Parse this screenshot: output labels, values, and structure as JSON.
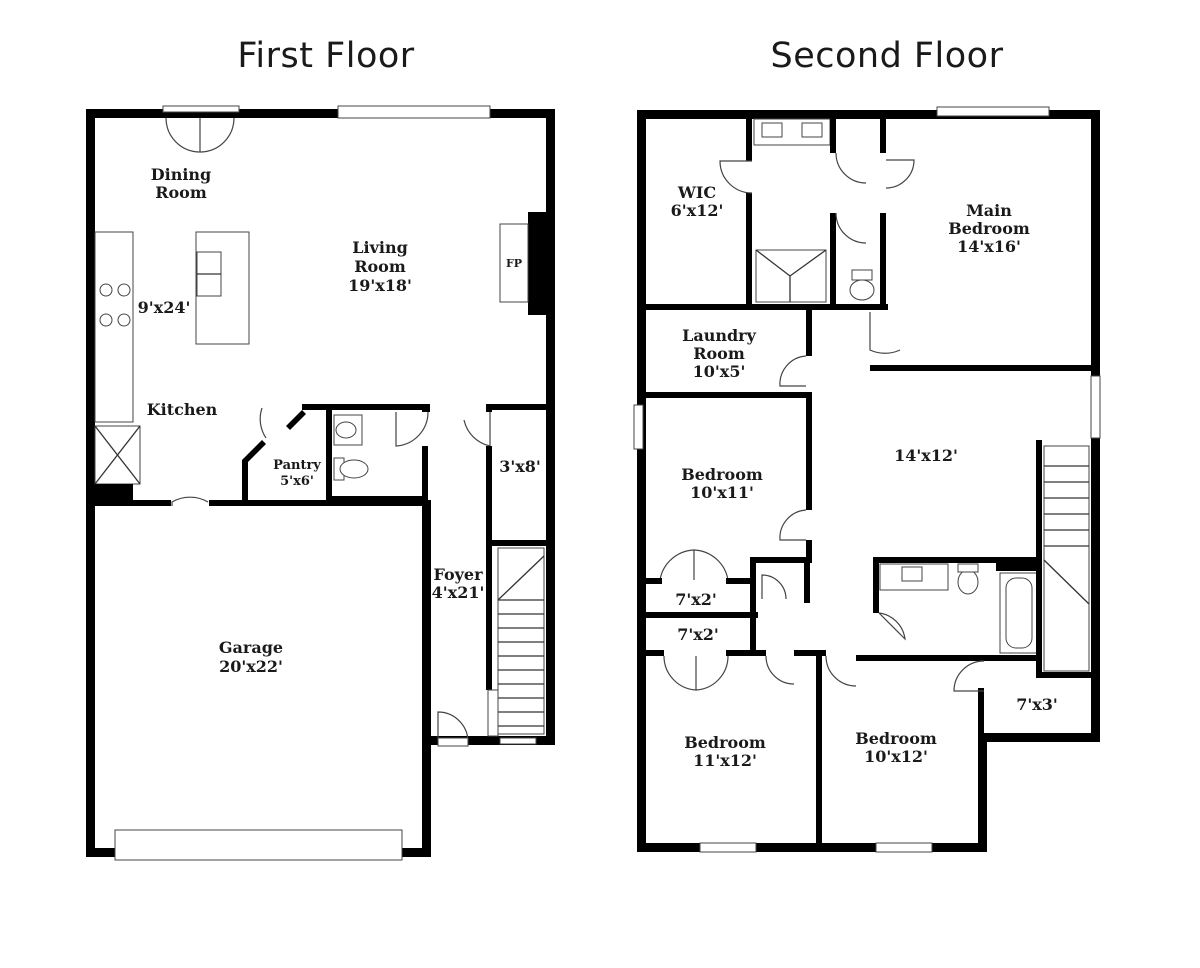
{
  "floors": [
    {
      "title": "First Floor",
      "rooms": [
        {
          "name": "Dining",
          "name2": "Room",
          "size": ""
        },
        {
          "name": "Living",
          "name2": "Room",
          "size": "19'x18'"
        },
        {
          "name": "",
          "name2": "",
          "size": "9'x24'"
        },
        {
          "name": "Kitchen",
          "name2": "",
          "size": ""
        },
        {
          "name": "Pantry",
          "name2": "",
          "size": "5'x6'"
        },
        {
          "name": "",
          "name2": "",
          "size": "3'x8'"
        },
        {
          "name": "Foyer",
          "name2": "",
          "size": "4'x21'"
        },
        {
          "name": "Garage",
          "name2": "",
          "size": "20'x22'"
        }
      ],
      "fireplace_label": "FP"
    },
    {
      "title": "Second Floor",
      "rooms": [
        {
          "name": "WIC",
          "name2": "",
          "size": "6'x12'"
        },
        {
          "name": "Main",
          "name2": "Bedroom",
          "size": "14'x16'"
        },
        {
          "name": "Laundry",
          "name2": "Room",
          "size": "10'x5'"
        },
        {
          "name": "",
          "name2": "",
          "size": "14'x12'"
        },
        {
          "name": "Bedroom",
          "name2": "",
          "size": "10'x11'"
        },
        {
          "name": "",
          "name2": "",
          "size": "7'x2'"
        },
        {
          "name": "",
          "name2": "",
          "size": "7'x2'"
        },
        {
          "name": "Bedroom",
          "name2": "",
          "size": "11'x12'"
        },
        {
          "name": "Bedroom",
          "name2": "",
          "size": "10'x12'"
        },
        {
          "name": "",
          "name2": "",
          "size": "7'x3'"
        }
      ]
    }
  ]
}
